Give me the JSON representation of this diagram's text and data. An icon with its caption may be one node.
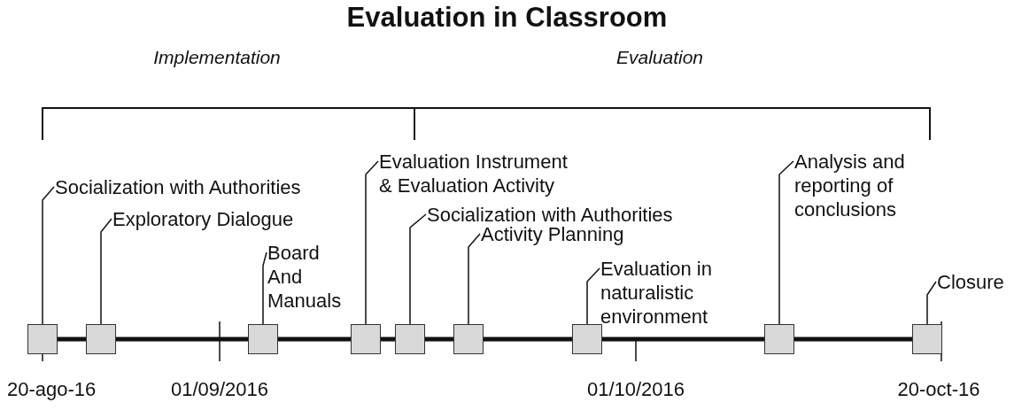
{
  "diagram": {
    "title": "Evaluation in Classroom",
    "nodes": [
      {
        "text": [
          "Socialization with Authorities"
        ]
      },
      {
        "text": [],
        "shape": "box"
      },
      {
        "text": [
          "Exploratory Dialogue"
        ]
      },
      {
        "text": [],
        "shape": "box"
      },
      {
        "text": [
          "Board And Manuals"
        ]
      },
      {
        "text": [],
        "shape": "box"
      },
      {
        "text": [
          "Evaluation Instrument & Evaluation Activity"
        ]
      },
      {
        "text": [],
        "shape": "box"
      },
      {
        "text": [
          "Socialization with Authorities"
        ]
      },
      {
        "text": [],
        "shape": "box"
      },
      {
        "text": [
          "Activity Planning"
        ]
      },
      {
        "text": [],
        "shape": "box"
      },
      {
        "text": [
          "Evaluation in naturalistic environment"
        ]
      },
      {
        "text": [],
        "shape": "box"
      },
      {
        "text": [
          "Analysis and reporting of conclusions"
        ]
      },
      {
        "text": [],
        "shape": "box"
      },
      {
        "text": [
          "Closure"
        ]
      },
      {
        "text": [],
        "shape": "box"
      }
    ],
    "edges": [
      {
        "from": 0,
        "to": 1,
        "arrow": "none"
      },
      {
        "from": 2,
        "to": 3,
        "arrow": "none"
      },
      {
        "from": 4,
        "to": 5,
        "arrow": "none"
      },
      {
        "from": 6,
        "to": 7,
        "arrow": "none"
      },
      {
        "from": 8,
        "to": 9,
        "arrow": "none"
      },
      {
        "from": 10,
        "to": 11,
        "arrow": "none"
      },
      {
        "from": 12,
        "to": 13,
        "arrow": "none"
      },
      {
        "from": 14,
        "to": 15,
        "arrow": "none"
      },
      {
        "from": 16,
        "to": 17,
        "arrow": "none"
      }
    ],
    "labels": [
      "Implementation",
      "Evaluation",
      "20-ago-16",
      "01/09/2016",
      "01/10/2016",
      "20-oct-16"
    ]
  }
}
